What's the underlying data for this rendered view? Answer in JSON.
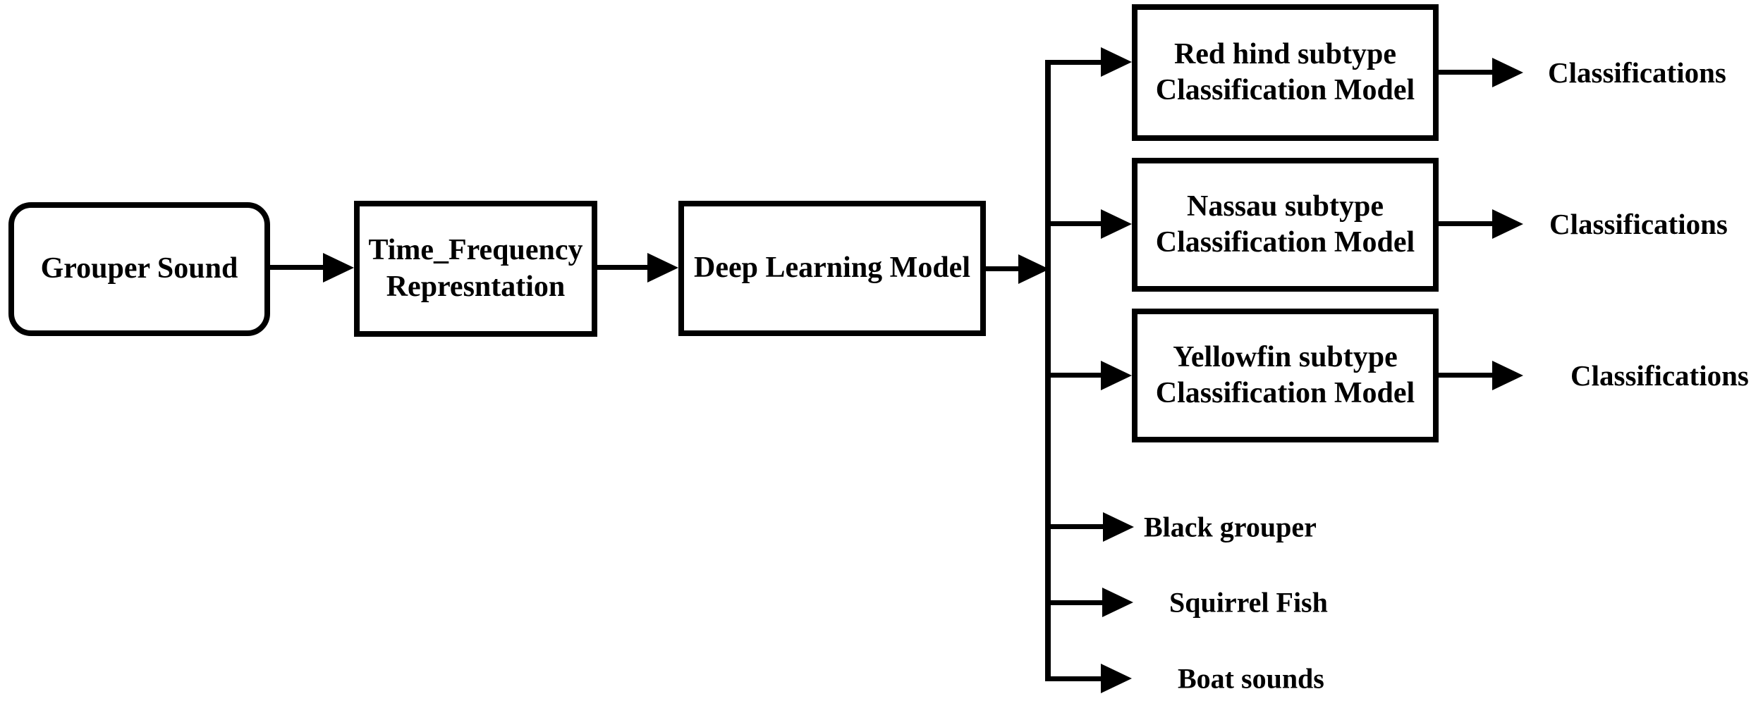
{
  "diagram": {
    "background_color": "#ffffff",
    "line_color": "#000000",
    "nodes": {
      "grouper_sound": {
        "label": "Grouper Sound",
        "shape": "rounded-rectangle"
      },
      "time_frequency": {
        "line1": "Time_Frequency",
        "line2": "Represntation",
        "shape": "rectangle"
      },
      "deep_learning": {
        "label": "Deep Learning Model",
        "shape": "rectangle"
      },
      "red_hind": {
        "line1": "Red hind subtype",
        "line2": "Classification Model",
        "shape": "rectangle"
      },
      "nassau": {
        "line1": "Nassau subtype",
        "line2": "Classification Model",
        "shape": "rectangle"
      },
      "yellowfin": {
        "line1": "Yellowfin subtype",
        "line2": "Classification Model",
        "shape": "rectangle"
      }
    },
    "outputs": {
      "red_hind": "Classifications",
      "nassau": "Classifications",
      "yellowfin": "Classifications"
    },
    "leaves": {
      "black_grouper": "Black grouper",
      "squirrel_fish": "Squirrel Fish",
      "boat_sounds": "Boat sounds"
    },
    "flow": [
      "Grouper Sound -> Time_Frequency Represntation",
      "Time_Frequency Represntation -> Deep Learning Model",
      "Deep Learning Model -> Red hind subtype Classification Model",
      "Deep Learning Model -> Nassau subtype Classification Model",
      "Deep Learning Model -> Yellowfin subtype Classification Model",
      "Deep Learning Model -> Black grouper",
      "Deep Learning Model -> Squirrel Fish",
      "Deep Learning Model -> Boat sounds",
      "Red hind subtype Classification Model -> Classifications",
      "Nassau subtype Classification Model -> Classifications",
      "Yellowfin subtype Classification Model -> Classifications"
    ]
  }
}
